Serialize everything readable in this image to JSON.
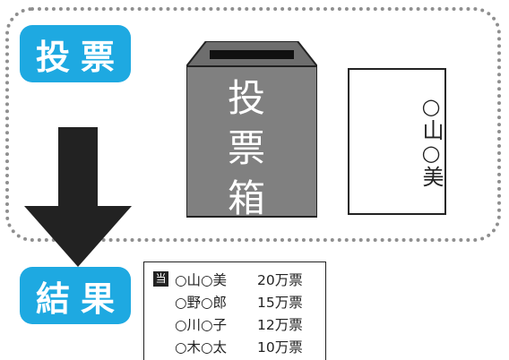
{
  "labels": {
    "vote": "投票",
    "result": "結果"
  },
  "ballot_box": {
    "text": [
      "投",
      "票",
      "箱"
    ]
  },
  "ballot": {
    "name": "○山○美"
  },
  "results": {
    "winner_mark": "当",
    "rows": [
      {
        "name": "○山○美",
        "votes": "20万票",
        "winner": true
      },
      {
        "name": "○野○郎",
        "votes": "15万票",
        "winner": false
      },
      {
        "name": "○川○子",
        "votes": "12万票",
        "winner": false
      },
      {
        "name": "○木○太",
        "votes": "10万票",
        "winner": false
      }
    ]
  },
  "colors": {
    "label_bg": "#1ea9e1",
    "box_gray": "#808080",
    "arrow": "#222222",
    "frame": "#8f8f8f"
  }
}
